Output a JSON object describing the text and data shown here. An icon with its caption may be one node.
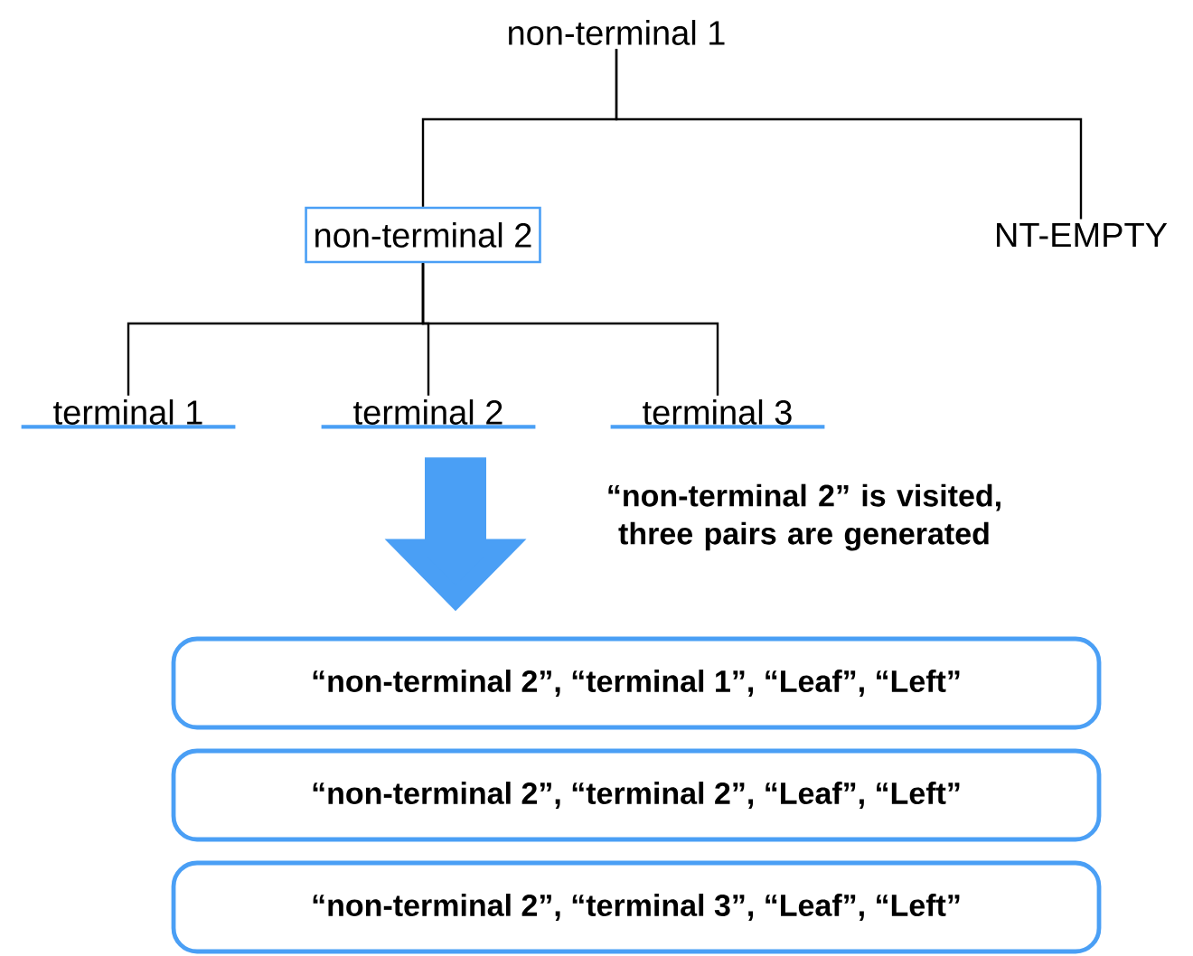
{
  "diagram": {
    "nodes": [
      {
        "text": [
          "non-terminal 1"
        ]
      },
      {
        "text": [
          "non-terminal 2"
        ]
      },
      {
        "text": [
          "NT-EMPTY"
        ]
      },
      {
        "text": [
          "terminal 1"
        ]
      },
      {
        "text": [
          "terminal 2"
        ]
      },
      {
        "text": [
          "terminal 3"
        ]
      },
      {
        "text": [
          "“non-terminal 2”, “terminal 1”, “Leaf”, “Left”"
        ]
      },
      {
        "text": [
          "“non-terminal 2”, “terminal 2”, “Leaf”, “Left”"
        ]
      },
      {
        "text": [
          "“non-terminal 2”, “terminal 3”, “Leaf”, “Left”"
        ]
      }
    ],
    "edges": [
      {
        "from": 0,
        "to": 1,
        "arrow": "none"
      },
      {
        "from": 0,
        "to": 2,
        "arrow": "none"
      },
      {
        "from": 1,
        "to": 3,
        "arrow": "none"
      },
      {
        "from": 1,
        "to": 4,
        "arrow": "none"
      },
      {
        "from": 1,
        "to": 5,
        "arrow": "none"
      },
      {
        "from": 4,
        "to": 6,
        "arrow": "to",
        "style": "thick",
        "color": "#4a9ff5",
        "label": "“non-terminal 2” is visited, three pairs are generated"
      }
    ]
  }
}
